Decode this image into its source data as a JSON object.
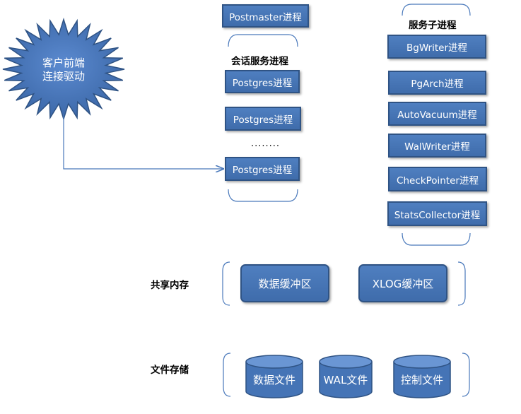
{
  "client": {
    "line1": "客户前端",
    "line2": "连接驱动"
  },
  "postmaster": "Postmaster进程",
  "session": {
    "title": "会话服务进程",
    "processes": [
      "Postgres进程",
      "Postgres进程",
      "Postgres进程"
    ],
    "ellipsis": "........"
  },
  "service": {
    "title": "服务子进程",
    "processes": [
      "BgWriter进程",
      "PgArch进程",
      "AutoVacuum进程",
      "WalWriter进程",
      "CheckPointer进程",
      "StatsCollector进程"
    ]
  },
  "shared_memory": {
    "title": "共享内存",
    "buffers": [
      "数据缓冲区",
      "XLOG缓冲区"
    ]
  },
  "file_storage": {
    "title": "文件存储",
    "files": [
      "数据文件",
      "WAL文件",
      "控制文件"
    ]
  },
  "colors": {
    "box_fill": "#4a79bb",
    "box_border": "#2f5384",
    "connector": "#4a79bb"
  }
}
